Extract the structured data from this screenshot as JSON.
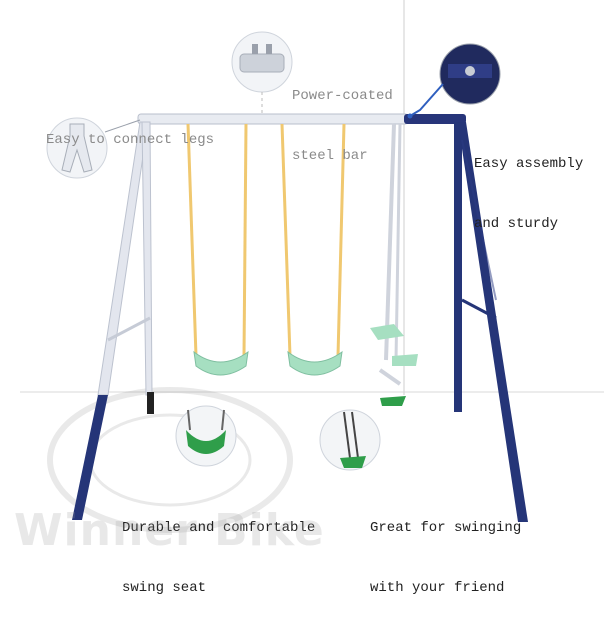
{
  "callouts": {
    "power_coated": {
      "line1": "Power-coated",
      "line2": "steel bar"
    },
    "easy_connect": {
      "line1": "Easy to connect legs"
    },
    "easy_assembly": {
      "line1": "Easy assembly",
      "line2": "and sturdy"
    },
    "durable_seat": {
      "line1": "Durable and comfortable",
      "line2": "swing seat"
    },
    "great_swinging": {
      "line1": "Great for swinging",
      "line2": "with your friend"
    }
  },
  "watermark": {
    "text": "Winner Bike"
  },
  "colors": {
    "frame_light": "#dfe3ec",
    "frame_dark": "#1f2f6b",
    "rope": "#f2c96b",
    "seat": "#a8e0c4",
    "seat_green": "#2f9e4a"
  }
}
